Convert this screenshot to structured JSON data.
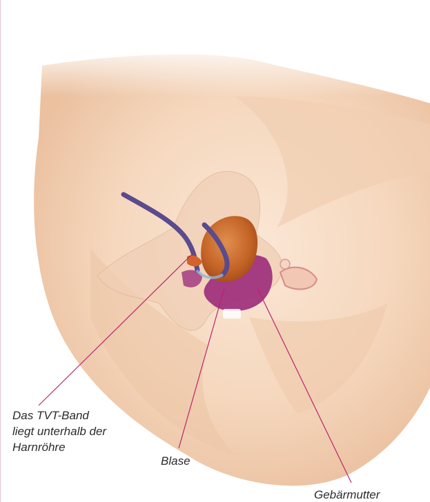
{
  "labels": {
    "tvt_band": {
      "line1": "Das TVT-Band",
      "line2": "liegt unterhalb der",
      "line3": "Harnröhre"
    },
    "blase": "Blase",
    "gebaermutter": "Gebärmutter"
  },
  "colors": {
    "skin_light": "#fcecdf",
    "skin_mid": "#f3d3b8",
    "skin_shadow": "#e2b694",
    "bladder": "#c96b2c",
    "uterus": "#9c2a7a",
    "tape": "#5a4a8e",
    "leader_line": "#b8246e",
    "border": "#e7c3d5"
  }
}
